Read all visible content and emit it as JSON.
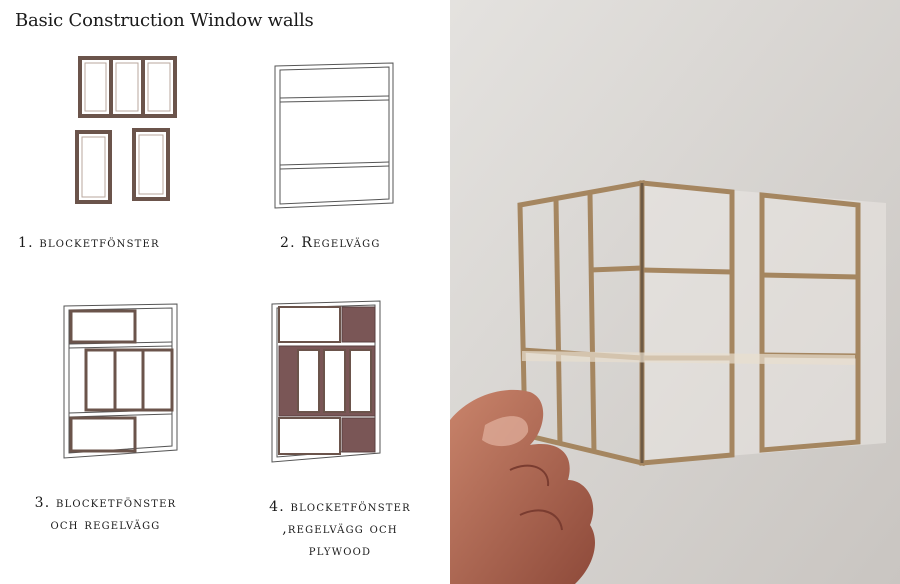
{
  "title": "Basic Construction Window walls",
  "captions": {
    "c1": "1. blocketfönster",
    "c2": "2. Regelvägg",
    "c3_line1": "3. blocketfönster",
    "c3_line2": "och regelvägg",
    "c4_line1": "4. blocketfönster",
    "c4_line2": ",regelvägg och",
    "c4_line3": "plywood"
  },
  "colors": {
    "frame": "#6b544b",
    "plywood": "#7a5656",
    "line": "#555555",
    "wall": "#d9d6d3",
    "wood": "#b0926a"
  }
}
